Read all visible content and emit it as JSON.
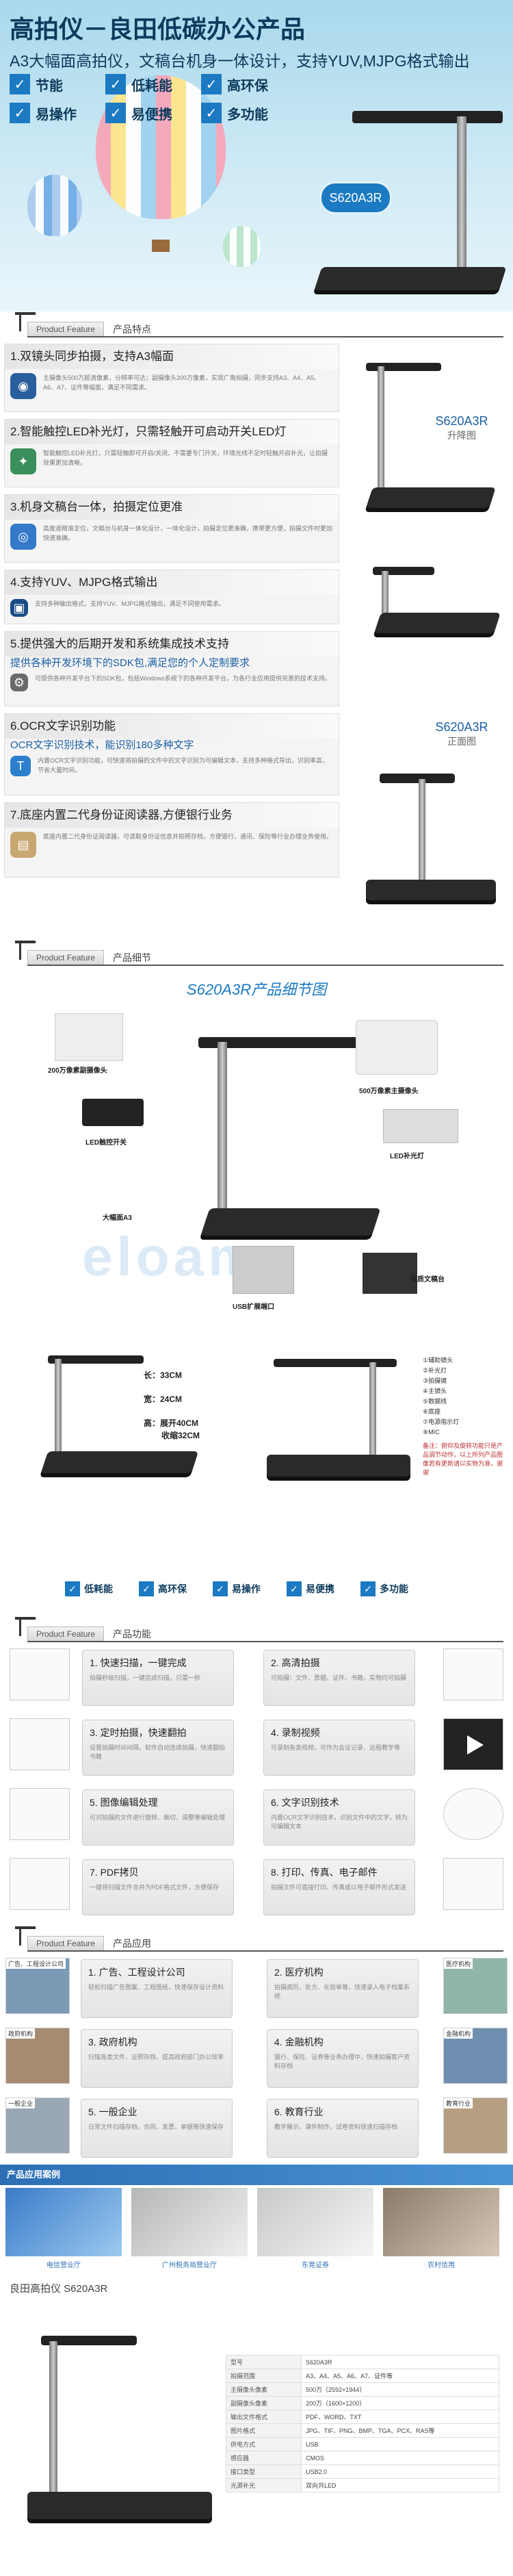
{
  "hero": {
    "title": "高拍仪－良田低碳办公产品",
    "subtitle": "A3大幅面高拍仪，文稿台机身一体设计，支持YUV,MJPG格式输出",
    "features": [
      "节能",
      "低耗能",
      "高环保",
      "易操作",
      "易便携",
      "多功能"
    ],
    "model": "S620A3R"
  },
  "section1": {
    "tab": "Product Feature",
    "name": "产品特点",
    "rows": [
      {
        "title": "1.双镜头同步拍摄，支持A3幅面",
        "desc": "主摄像头500万超清像素，分辨率可达；副摄像头200万像素，实现广角拍摄，同步支持A3、A4、A5、A6、A7、证件等幅面，满足不同需求。",
        "sub": ""
      },
      {
        "title": "2.智能触控LED补光灯，只需轻触开可启动开关LED灯",
        "desc": "智能触控LED补光灯，只需轻触即可开启/关闭，不需要专门开关，环境光线不足时轻触开启补光，让拍摄效果更加清晰。",
        "sub": ""
      },
      {
        "title": "3.机身文稿台一体，拍摄定位更准",
        "desc": "高度遥精准定位，文稿台与机身一体化设计，一体化设计，拍摄定位更准确，携带更方便，拍摄文件时更加快速准确。",
        "sub": ""
      },
      {
        "title": "4.支持YUV、MJPG格式输出",
        "desc": "支持多种输出格式，支持YUV、MJPG格式输出，满足不同使用需求。",
        "sub": ""
      },
      {
        "title": "5.提供强大的后期开发和系统集成技术支持",
        "desc": "可提供各种开发平台下的SDK包，包括Windows系统下的各种开发平台，为各行业应用提供完善的技术支持。",
        "sub": "提供各种开发环境下的SDK包,满足您的个人定制要求"
      },
      {
        "title": "6.OCR文字识别功能",
        "desc": "内置OCR文字识别功能，可快速将拍摄的文件中的文字识别为可编辑文本，支持多种格式导出，识别率高，节省大量时间。",
        "sub": "OCR文字识别技术，能识别180多种文字"
      },
      {
        "title": "7.底座内置二代身份证阅读器,方便银行业务",
        "desc": "底座内置二代身份证阅读器，可读取身份证信息并拍照存档，方便银行、通讯、保险等行业办理业务使用。",
        "sub": ""
      }
    ],
    "side1": {
      "model": "S620A3R",
      "label": "升降图"
    },
    "side2": {
      "model": "S620A3R",
      "label": "正面图"
    }
  },
  "section2": {
    "tab": "Product Feature",
    "name": "产品细节",
    "title": "S620A3R产品细节图",
    "callouts": [
      "200万像素副摄像头",
      "500万像素主摄像头",
      "LED触控开关",
      "LED补光灯",
      "大幅面A3",
      "USB扩展端口",
      "硬质文稿台"
    ],
    "dims": [
      "长：33CM",
      "宽：24CM",
      "高：展开40CM",
      "收缩32CM"
    ],
    "parts": [
      "①辅助镜头",
      "②补光灯",
      "③拍摄键",
      "④主镜头",
      "⑤数据线",
      "⑥底座",
      "⑦电源指示灯",
      "⑧MIC"
    ],
    "note": "备注：俯仰及旋转功能只是产品调节动作，以上所列产品图像若有更新请以实物为准，谢谢"
  },
  "featbar": [
    "低耗能",
    "高环保",
    "易操作",
    "易便携",
    "多功能"
  ],
  "section3": {
    "tab": "Product Feature",
    "name": "产品功能",
    "items": [
      {
        "title": "1. 快速扫描，一键完成",
        "desc": "拍摄秒级扫描，一键完成扫描，只需一秒"
      },
      {
        "title": "2. 高清拍摄",
        "desc": "可拍摄：文件、票据、证件、书籍，实物均可拍摄"
      },
      {
        "title": "3. 定时拍摄，快速翻拍",
        "desc": "设置拍摄时间间隔，软件自动连续拍摄，快速翻拍书籍"
      },
      {
        "title": "4. 录制视频",
        "desc": "可录制各类视频，可作为会议记录、远程教学等"
      },
      {
        "title": "5. 图像编辑处理",
        "desc": "可对拍摄的文件进行旋转、裁切、调整等编辑处理"
      },
      {
        "title": "6. 文字识别技术",
        "desc": "内置OCR文字识别技术，识别文件中的文字，转为可编辑文本"
      },
      {
        "title": "7. PDF拷贝",
        "desc": "一键将扫描文件合并为PDF格式文件，方便保存"
      },
      {
        "title": "8. 打印、传真、电子邮件",
        "desc": "拍摄文件可直接打印、传真或以电子邮件形式发送"
      }
    ]
  },
  "section4": {
    "tab": "Product Feature",
    "name": "产品应用",
    "items": [
      {
        "title": "1. 广告、工程设计公司",
        "desc": "轻松扫描广告图案、工程图纸，快速保存设计资料",
        "cap": "广告、工程设计公司"
      },
      {
        "title": "2. 医疗机构",
        "desc": "拍摄病历、处方、化验单等，快速录入电子档案系统",
        "cap": "医疗机构"
      },
      {
        "title": "3. 政府机构",
        "desc": "扫描各类文件、证照存档，提高政府部门办公效率",
        "cap": "政府机构"
      },
      {
        "title": "4. 金融机构",
        "desc": "银行、保险、证券等业务办理中，快速拍摄客户资料存档",
        "cap": "金融机构"
      },
      {
        "title": "5. 一般企业",
        "desc": "日常文件扫描存档，合同、发票、单据等快速保存",
        "cap": "一般企业"
      },
      {
        "title": "6. 教育行业",
        "desc": "教学展示、课件制作，试卷资料快速扫描存档",
        "cap": "教育行业"
      }
    ]
  },
  "cases": {
    "band": "产品应用案例",
    "captions": [
      "电信营业厅",
      "广州税务局营业厅",
      "东莞证券",
      "农村信用"
    ]
  },
  "spec": {
    "title": "良田高拍仪 S620A3R",
    "rows": [
      [
        "型号",
        "S620A3R"
      ],
      [
        "拍摄范围",
        "A3、A4、A5、A6、A7、证件等"
      ],
      [
        "主摄像头像素",
        "500万（2592×1944）"
      ],
      [
        "副摄像头像素",
        "200万（1600×1200）"
      ],
      [
        "输出文件格式",
        "PDF、WORD、TXT"
      ],
      [
        "图片格式",
        "JPG、TIF、PNG、BMP、TGA、PCX、RAS等"
      ],
      [
        "供电方式",
        "USB"
      ],
      [
        "感应器",
        "CMOS"
      ],
      [
        "接口类型",
        "USB2.0"
      ],
      [
        "光源补光",
        "双向共LED"
      ]
    ]
  },
  "colors": {
    "accent": "#1b7ac2",
    "dark": "#0d3a5c"
  }
}
